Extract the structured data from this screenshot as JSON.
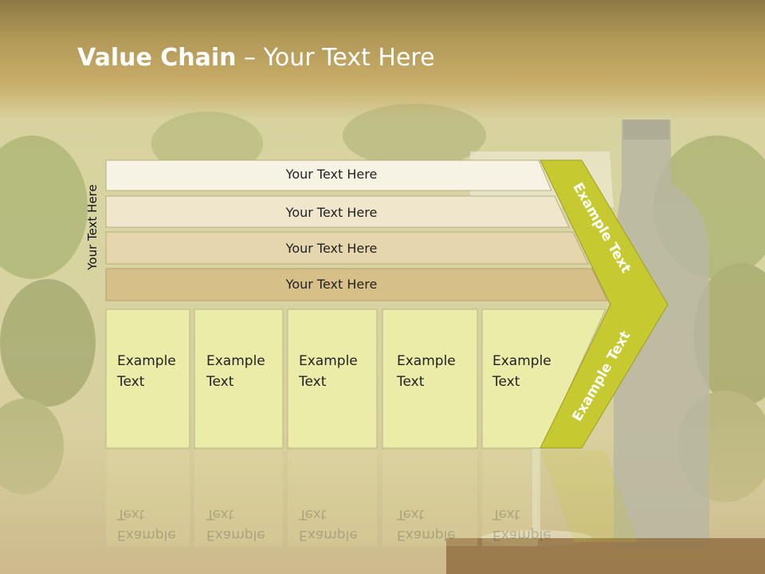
{
  "title": {
    "bold": "Value Chain",
    "rest": " – Your Text Here"
  },
  "side_label": "Your Text Here",
  "rows": [
    {
      "label": "Your Text Here"
    },
    {
      "label": "Your Text Here"
    },
    {
      "label": "Your Text Here"
    },
    {
      "label": "Your Text Here"
    }
  ],
  "cells": [
    {
      "label": "Example\nText"
    },
    {
      "label": "Example\nText"
    },
    {
      "label": "Example\nText"
    },
    {
      "label": "Example\nText"
    },
    {
      "label": "Example\nText"
    }
  ],
  "chevron": {
    "top_label": "Example Text",
    "bottom_label": "Example Text"
  },
  "colors": {
    "row1": "#f6f2e4",
    "row2": "#efe6cc",
    "row3": "#e6d6ae",
    "row4": "#d7c087",
    "cell": "#ececa9",
    "chevron": "#c6c92f"
  }
}
